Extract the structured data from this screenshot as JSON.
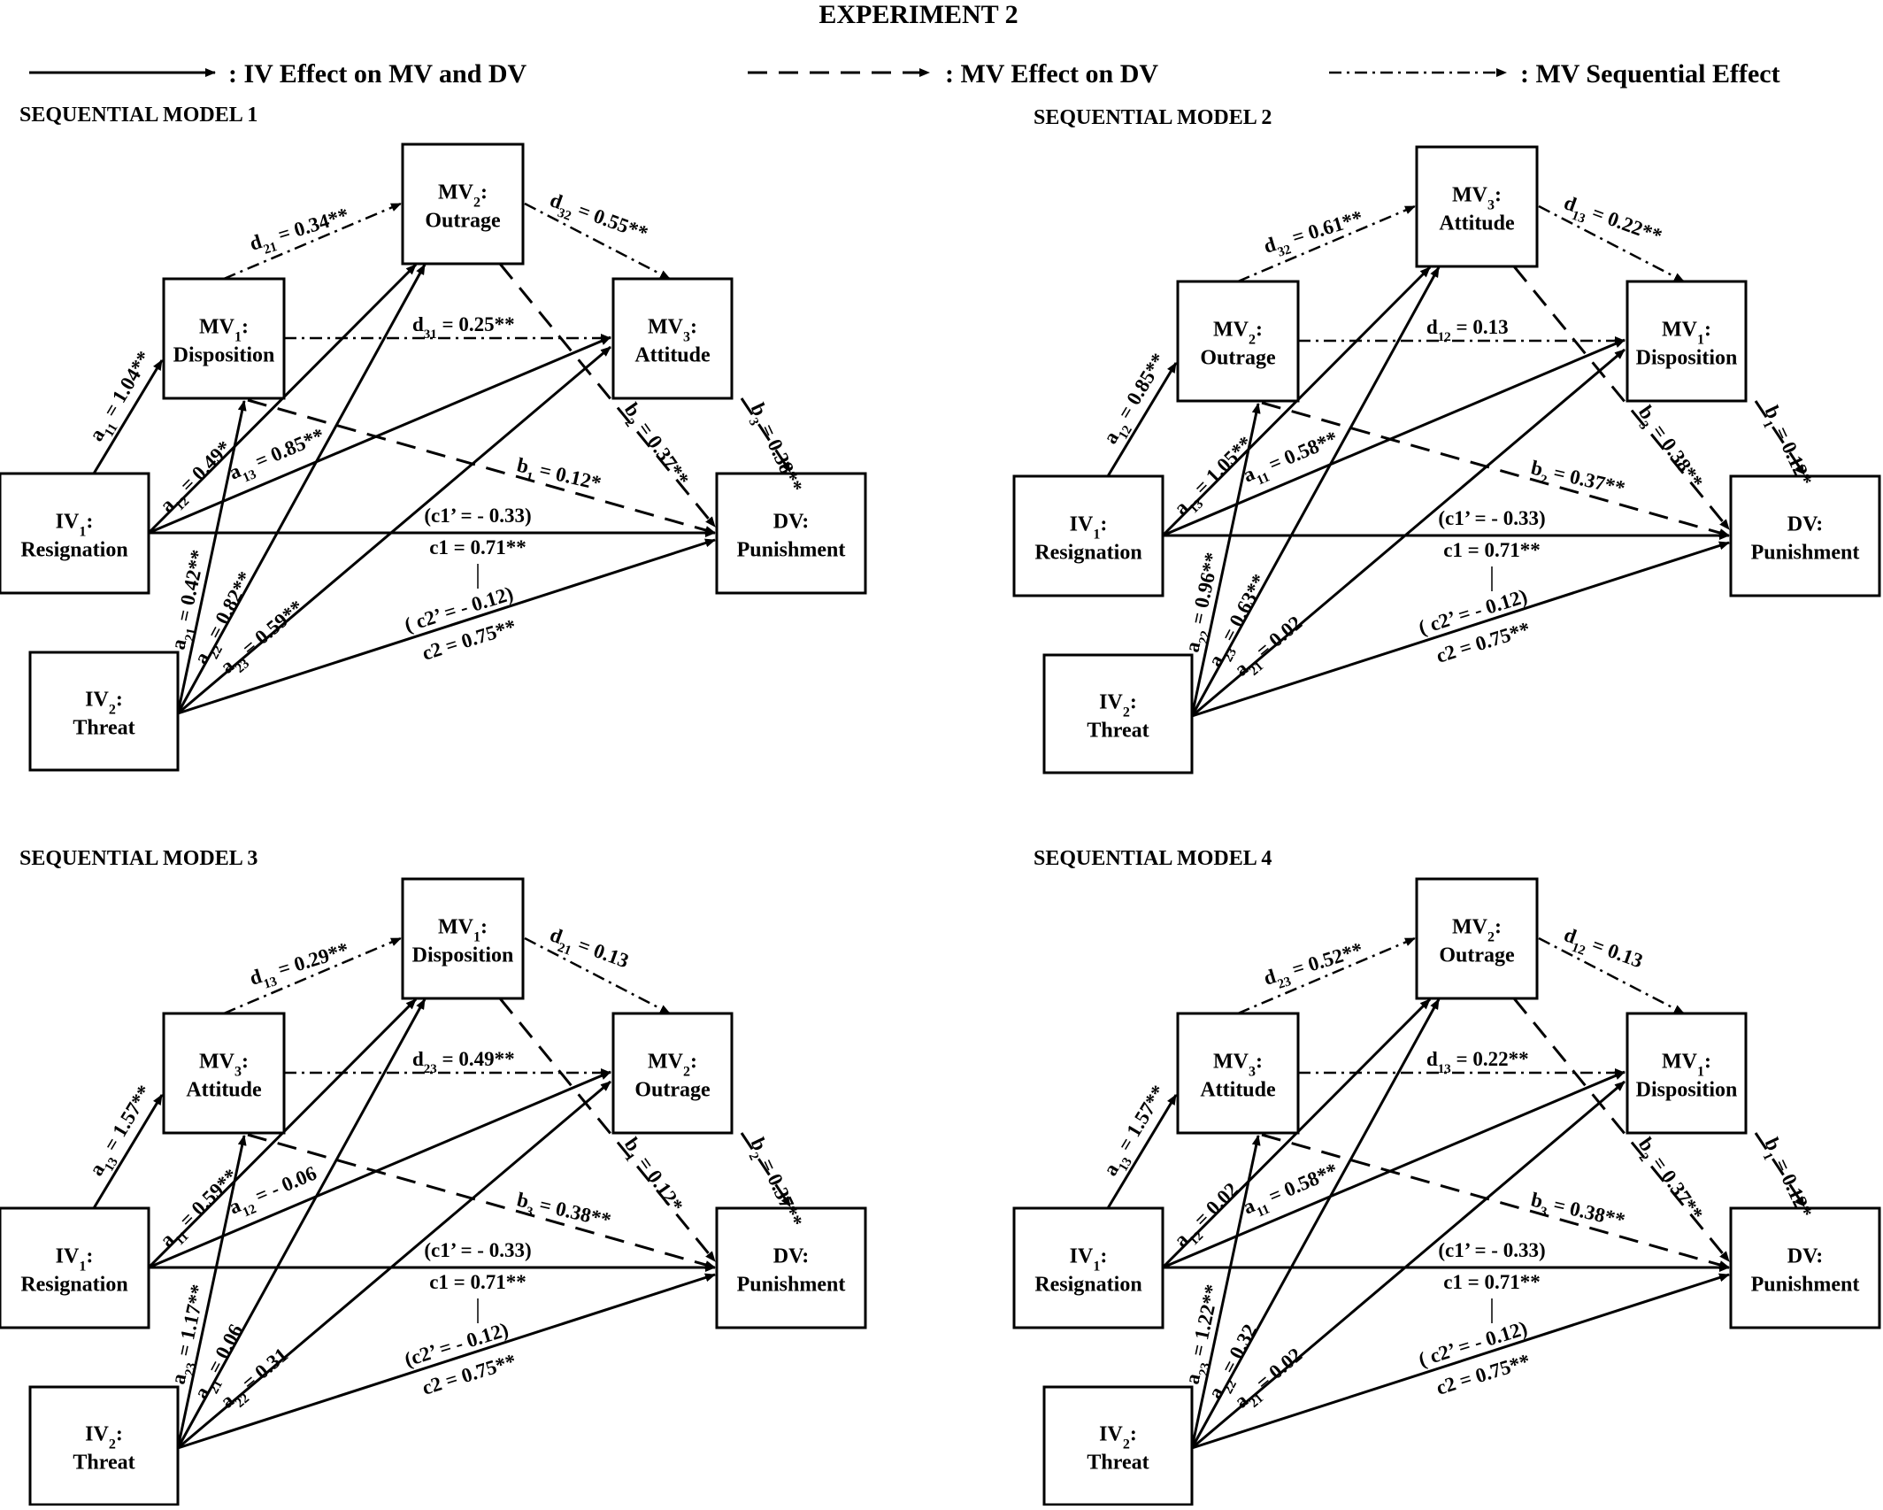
{
  "title": "EXPERIMENT 2",
  "legend": [
    {
      "style": "solid",
      "label": ": IV Effect on MV and DV"
    },
    {
      "style": "dash",
      "label": ": MV Effect on DV"
    },
    {
      "style": "dashdot",
      "label": ": MV Sequential Effect"
    }
  ],
  "models": [
    {
      "title": "SEQUENTIAL MODEL 1",
      "top": {
        "name": "MV",
        "sub": "2",
        "rest": ":",
        "label": "Outrage"
      },
      "left": {
        "name": "MV",
        "sub": "1",
        "rest": ":",
        "label": "Disposition"
      },
      "right": {
        "name": "MV",
        "sub": "3",
        "rest": ":",
        "label": "Attitude"
      },
      "iv1": {
        "name": "IV",
        "sub": "1",
        "rest": ":",
        "label": "Resignation"
      },
      "iv2": {
        "name": "IV",
        "sub": "2",
        "rest": ":",
        "label": "Threat"
      },
      "dv": {
        "name": "DV:",
        "label": "Punishment"
      },
      "paths": {
        "d_lt": {
          "sym": "d",
          "sub": "21",
          "val": " = 0.34**"
        },
        "d_tr": {
          "sym": "d",
          "sub": "32",
          "val": "  = 0.55**"
        },
        "d_lr": {
          "sym": "d",
          "sub": "31",
          "val": " = 0.25**"
        },
        "a_iv1_left": {
          "sym": "a",
          "sub": "11",
          "val": " = 1.04**"
        },
        "a_iv1_top": {
          "sym": "a",
          "sub": "12",
          "val": " = 0.49*"
        },
        "a_iv1_right": {
          "sym": "a",
          "sub": "13",
          "val": " = 0.85**"
        },
        "a_iv2_left": {
          "sym": "a",
          "sub": "21",
          "val": " = 0.42**"
        },
        "a_iv2_top": {
          "sym": "a",
          "sub": "22",
          "val": " = 0.82**"
        },
        "a_iv2_right": {
          "sym": "a",
          "sub": "23",
          "val": " = 0.59**"
        },
        "b_left": {
          "sym": "b",
          "sub": "1",
          "val": " = 0.12*"
        },
        "b_top": {
          "sym": "b",
          "sub": "2",
          "val": " = 0.37**"
        },
        "b_right": {
          "sym": "b",
          "sub": "3",
          "val": " = 0.38**"
        },
        "c1p": "(c1’ = - 0.33)",
        "c1": "c1 = 0.71**",
        "c2p": "( c2’ = - 0.12)",
        "c2": "c2 = 0.75**"
      }
    },
    {
      "title": "SEQUENTIAL MODEL 2",
      "top": {
        "name": "MV",
        "sub": "3",
        "rest": ":",
        "label": "Attitude"
      },
      "left": {
        "name": "MV",
        "sub": "2",
        "rest": ":",
        "label": "Outrage"
      },
      "right": {
        "name": "MV",
        "sub": "1",
        "rest": ":",
        "label": "Disposition"
      },
      "iv1": {
        "name": "IV",
        "sub": "1",
        "rest": ":",
        "label": "Resignation"
      },
      "iv2": {
        "name": "IV",
        "sub": "2",
        "rest": ":",
        "label": "Threat"
      },
      "dv": {
        "name": "DV:",
        "label": "Punishment"
      },
      "paths": {
        "d_lt": {
          "sym": "d",
          "sub": "32",
          "val": " = 0.61**"
        },
        "d_tr": {
          "sym": "d",
          "sub": "13",
          "val": "  = 0.22**"
        },
        "d_lr": {
          "sym": "d",
          "sub": "12",
          "val": " = 0.13"
        },
        "a_iv1_left": {
          "sym": "a",
          "sub": "12",
          "val": " = 0.85**"
        },
        "a_iv1_top": {
          "sym": "a",
          "sub": "13",
          "val": " = 1.05**"
        },
        "a_iv1_right": {
          "sym": "a",
          "sub": "11",
          "val": " = 0.58**"
        },
        "a_iv2_left": {
          "sym": "a",
          "sub": "22",
          "val": " = 0.96**"
        },
        "a_iv2_top": {
          "sym": "a",
          "sub": "23",
          "val": " = 0.63**"
        },
        "a_iv2_right": {
          "sym": "a",
          "sub": "21",
          "val": " = 0.02"
        },
        "b_left": {
          "sym": "b",
          "sub": "2",
          "val": " = 0.37**"
        },
        "b_top": {
          "sym": "b",
          "sub": "3",
          "val": " = 0.38**"
        },
        "b_right": {
          "sym": "b",
          "sub": "1",
          "val": " = 0.12*"
        },
        "c1p": "(c1’ = - 0.33)",
        "c1": "c1 = 0.71**",
        "c2p": "( c2’ = - 0.12)",
        "c2": "c2 = 0.75**"
      }
    },
    {
      "title": "SEQUENTIAL MODEL 3",
      "top": {
        "name": "MV",
        "sub": "1",
        "rest": ":",
        "label": "Disposition"
      },
      "left": {
        "name": "MV",
        "sub": "3",
        "rest": ":",
        "label": "Attitude"
      },
      "right": {
        "name": "MV",
        "sub": "2",
        "rest": ":",
        "label": "Outrage"
      },
      "iv1": {
        "name": "IV",
        "sub": "1",
        "rest": ":",
        "label": "Resignation"
      },
      "iv2": {
        "name": "IV",
        "sub": "2",
        "rest": ":",
        "label": "Threat"
      },
      "dv": {
        "name": "DV:",
        "label": "Punishment"
      },
      "paths": {
        "d_lt": {
          "sym": "d",
          "sub": "13",
          "val": " = 0.29**"
        },
        "d_tr": {
          "sym": "d",
          "sub": "21",
          "val": "  = 0.13"
        },
        "d_lr": {
          "sym": "d",
          "sub": "23",
          "val": " = 0.49**"
        },
        "a_iv1_left": {
          "sym": "a",
          "sub": "13",
          "val": " = 1.57**"
        },
        "a_iv1_top": {
          "sym": "a",
          "sub": "11",
          "val": " = 0.59**"
        },
        "a_iv1_right": {
          "sym": "a",
          "sub": "12",
          "val": " = - 0.06"
        },
        "a_iv2_left": {
          "sym": "a",
          "sub": "23",
          "val": " = 1.17**"
        },
        "a_iv2_top": {
          "sym": "a",
          "sub": "21",
          "val": " = 0.06"
        },
        "a_iv2_right": {
          "sym": "a",
          "sub": "22",
          "val": " = 0.31"
        },
        "b_left": {
          "sym": "b",
          "sub": "3",
          "val": " = 0.38**"
        },
        "b_top": {
          "sym": "b",
          "sub": "1",
          "val": " = 0.12*"
        },
        "b_right": {
          "sym": "b",
          "sub": "2",
          "val": " = 0.37**"
        },
        "c1p": "(c1’ = - 0.33)",
        "c1": "c1 = 0.71**",
        "c2p": "(c2’ = - 0.12)",
        "c2": "c2 = 0.75**"
      }
    },
    {
      "title": "SEQUENTIAL MODEL 4",
      "top": {
        "name": "MV",
        "sub": "2",
        "rest": ":",
        "label": "Outrage"
      },
      "left": {
        "name": "MV",
        "sub": "3",
        "rest": ":",
        "label": "Attitude"
      },
      "right": {
        "name": "MV",
        "sub": "1",
        "rest": ":",
        "label": "Disposition"
      },
      "iv1": {
        "name": "IV",
        "sub": "1",
        "rest": ":",
        "label": "Resignation"
      },
      "iv2": {
        "name": "IV",
        "sub": "2",
        "rest": ":",
        "label": "Threat"
      },
      "dv": {
        "name": "DV:",
        "label": "Punishment"
      },
      "paths": {
        "d_lt": {
          "sym": "d",
          "sub": "23",
          "val": " = 0.52**"
        },
        "d_tr": {
          "sym": "d",
          "sub": "12",
          "val": "  = 0.13"
        },
        "d_lr": {
          "sym": "d",
          "sub": "13",
          "val": " = 0.22**"
        },
        "a_iv1_left": {
          "sym": "a",
          "sub": "13",
          "val": " = 1.57**"
        },
        "a_iv1_top": {
          "sym": "a",
          "sub": "12",
          "val": " = 0.02"
        },
        "a_iv1_right": {
          "sym": "a",
          "sub": "11",
          "val": "  = 0.58**"
        },
        "a_iv2_left": {
          "sym": "a",
          "sub": "23",
          "val": " = 1.22**"
        },
        "a_iv2_top": {
          "sym": "a",
          "sub": "22",
          "val": " = 0.32"
        },
        "a_iv2_right": {
          "sym": "a",
          "sub": "21",
          "val": " = 0.02"
        },
        "b_left": {
          "sym": "b",
          "sub": "3",
          "val": " = 0.38**"
        },
        "b_top": {
          "sym": "b",
          "sub": "2",
          "val": " = 0.37**"
        },
        "b_right": {
          "sym": "b",
          "sub": "1",
          "val": " = 0.12*"
        },
        "c1p": "(c1’ = - 0.33)",
        "c1": "c1 = 0.71**",
        "c2p": "( c2’ = - 0.12)",
        "c2": "c2 = 0.75**"
      }
    }
  ]
}
